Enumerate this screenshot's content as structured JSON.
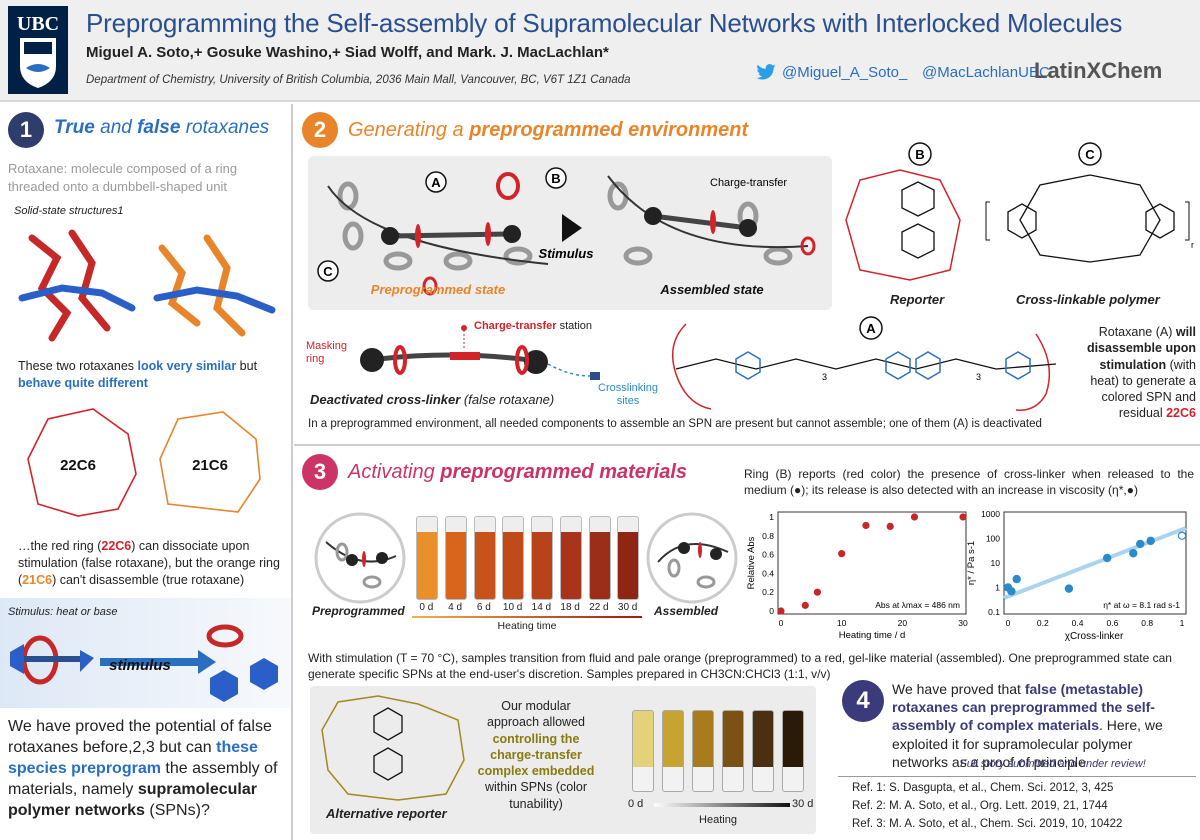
{
  "header": {
    "logo_text": "UBC",
    "title": "Preprogramming the Self-assembly of Supramolecular Networks with Interlocked Molecules",
    "authors": "Miguel A. Soto,+ Gosuke Washino,+ Siad Wolff, and Mark. J. MacLachlan*",
    "affiliation": "Department of Chemistry, University of British Columbia, 2036 Main Mall, Vancouver, BC, V6T 1Z1 Canada",
    "twitter_1": "@Miguel_A_Soto_",
    "twitter_2": "@MacLachlanUBC",
    "brand": "LatinXChem"
  },
  "s1": {
    "num": "1",
    "title_true": "True",
    "title_and": " and ",
    "title_false": "false",
    "title_rest": " rotaxanes",
    "definition": "Rotaxane: molecule composed of a ring threaded onto a dumbbell-shaped unit",
    "solid_state": "Solid-state structures1",
    "similar_a": "These two rotaxanes ",
    "similar_b": "look very similar",
    "similar_c": " but ",
    "similar_d": "behave quite different",
    "ring_a": "22C6",
    "ring_b": "21C6",
    "dissoc_a": "…the red ring (",
    "dissoc_b": "22C6",
    "dissoc_c": ") can dissociate upon stimulation (false rotaxane), but the orange ring (",
    "dissoc_d": "21C6",
    "dissoc_e": ") can't disassemble (true rotaxane)",
    "stimulus_label": "Stimulus: heat or base",
    "stimulus_word": "stimulus",
    "proved_a": "We have proved the potential of false rotaxanes before,2,3 but can ",
    "proved_b": "these species preprogram",
    "proved_c": " the assembly of materials, namely ",
    "proved_d": "supramolecular polymer networks",
    "proved_e": " (SPNs)?"
  },
  "s2": {
    "num": "2",
    "title_a": "Generating a ",
    "title_b": "preprogrammed environment",
    "label_A": "A",
    "label_B": "B",
    "label_C": "C",
    "stimulus": "Stimulus",
    "charge_transfer": "Charge-transfer",
    "preprogrammed_state": "Preprogrammed state",
    "assembled_state": "Assembled state",
    "reporter": "Reporter",
    "polymer": "Cross-linkable polymer",
    "masking_ring": "Masking ring",
    "ct_station_a": "Charge-transfer",
    "ct_station_b": " station",
    "deactivated_a": "Deactivated cross-linker",
    "deactivated_b": " (false rotaxane)",
    "crosslinking_sites": "Crosslinking sites",
    "rotaxane_a": "Rotaxane (A) ",
    "rotaxane_b": "will disassemble upon stimulation",
    "rotaxane_c": " (with heat) to generate a colored SPN and residual ",
    "rotaxane_d": "22C6",
    "env_text": "In a preprogrammed environment, all needed components to assemble an SPN are present but cannot assemble; one of them (A) is deactivated",
    "subscript_n": "n",
    "subscript_3": "3"
  },
  "s3": {
    "num": "3",
    "title_a": "Activating ",
    "title_b": "preprogrammed materials",
    "preprogrammed": "Preprogrammed",
    "assembled": "Assembled",
    "vial_labels": [
      "0 d",
      "4 d",
      "6 d",
      "10 d",
      "14 d",
      "18 d",
      "22 d",
      "30 d"
    ],
    "heating_time": "Heating time",
    "ring_text": "Ring (B) reports (red color) the presence of cross-linker when released to the medium (●); its release is also detected with an increase in viscosity (η*,●)",
    "stim_text": "With stimulation (T = 70 °C), samples transition from fluid and pale orange (preprogrammed) to a red, gel-like material (assembled). One preprogrammed state can generate specific SPNs at the end-user's discretion. Samples prepared in CH3CN:CHCl3 (1:1, v/v)",
    "alt_reporter": "Alternative reporter",
    "modular_a": "Our modular approach allowed ",
    "modular_b": "controlling the charge-transfer complex embedded",
    "modular_c": " within SPNs (color tunability)",
    "heating": "Heating",
    "heat_start": "0 d",
    "heat_end": "30 d"
  },
  "s4": {
    "num": "4",
    "text_a": "We have proved that ",
    "text_b": "false (metastable) rotaxanes can preprogrammed the self-assembly of complex materials",
    "text_c": ". Here, we exploited it for supramolecular polymer networks as a proof of principle",
    "story": "Full story submitted and under review!",
    "refs": [
      "Ref. 1: S. Dasgupta, et al., Chem. Sci. 2012, 3, 425",
      "Ref. 2: M. A. Soto, et al., Org. Lett. 2019, 21, 1744",
      "Ref. 3: M. A. Soto, et al., Chem. Sci. 2019, 10, 10422"
    ]
  },
  "chart_data": [
    {
      "type": "scatter",
      "title": "",
      "xlabel": "Heating time / d",
      "ylabel": "Relative Abs",
      "annotation": "Abs at λmax = 486 nm",
      "xlim": [
        0,
        30
      ],
      "ylim": [
        0,
        1
      ],
      "x_ticks": [
        "0",
        "10",
        "20",
        "30"
      ],
      "y_ticks": [
        "0",
        "0.2",
        "0.4",
        "0.6",
        "0.8",
        "1"
      ],
      "x": [
        0,
        4,
        6,
        10,
        14,
        18,
        22,
        30
      ],
      "y": [
        0,
        0.06,
        0.2,
        0.61,
        0.91,
        0.9,
        1.0,
        1.0
      ],
      "color": "#c62828"
    },
    {
      "type": "scatter",
      "title": "",
      "xlabel": "χCross-linker",
      "ylabel": "η* / Pa s-1",
      "annotation": "η* at ω = 8.1 rad s-1",
      "xscale": "linear",
      "yscale": "log",
      "xlim": [
        0,
        1
      ],
      "ylim": [
        0.1,
        1000
      ],
      "x_ticks": [
        "0",
        "0.2",
        "0.4",
        "0.6",
        "0.8",
        "1"
      ],
      "y_ticks": [
        "0.1",
        "1",
        "10",
        "100",
        "1000"
      ],
      "x": [
        0,
        0.02,
        0.05,
        0.35,
        0.57,
        0.72,
        0.76,
        0.82,
        1.0
      ],
      "y": [
        1.0,
        0.7,
        2.2,
        0.9,
        16,
        25,
        60,
        80,
        130
      ],
      "color": "#2a8bc8"
    }
  ]
}
